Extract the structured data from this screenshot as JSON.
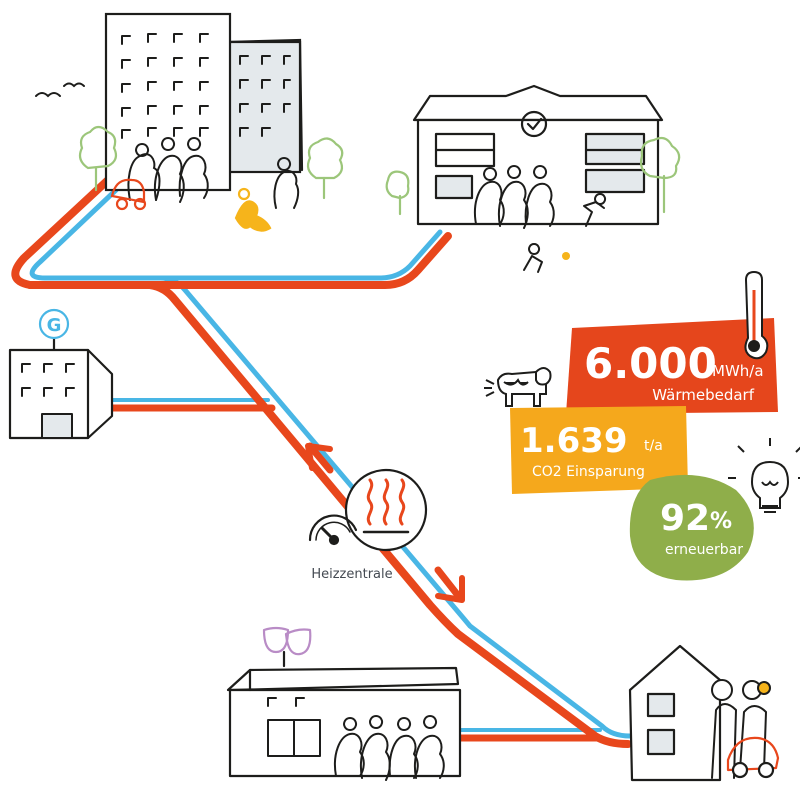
{
  "colors": {
    "pipe_hot": "#e8471c",
    "pipe_cold": "#49b6e5",
    "stat_red": "#e5461c",
    "stat_orange": "#f5a81c",
    "stat_green": "#8fae4a",
    "ink": "#1d1d1b",
    "accent_yellow": "#f6b41b",
    "accent_purple": "#b98cc6",
    "tree_green": "#9cc67a",
    "window_grey": "#e4e9ec"
  },
  "stats": {
    "heat_demand": {
      "value": "6.000",
      "unit": "MWh/a",
      "label": "Wärmebedarf"
    },
    "co2_savings": {
      "value": "1.639",
      "unit": "t/a",
      "label": "CO2 Einsparung"
    },
    "renewable": {
      "value": "92",
      "unit": "%",
      "label": "erneuerbar"
    }
  },
  "heating_plant": {
    "label": "Heizzentrale",
    "icon": "heat-waves-icon"
  },
  "buildings": [
    {
      "id": "apartment-tower",
      "icon": "apartment-building-icon"
    },
    {
      "id": "school",
      "icon": "clock-icon"
    },
    {
      "id": "municipal-office",
      "icon": "g-sign-icon",
      "sign_letter": "G"
    },
    {
      "id": "theater",
      "icon": "theater-masks-icon"
    },
    {
      "id": "family-house",
      "icon": "house-icon"
    }
  ]
}
